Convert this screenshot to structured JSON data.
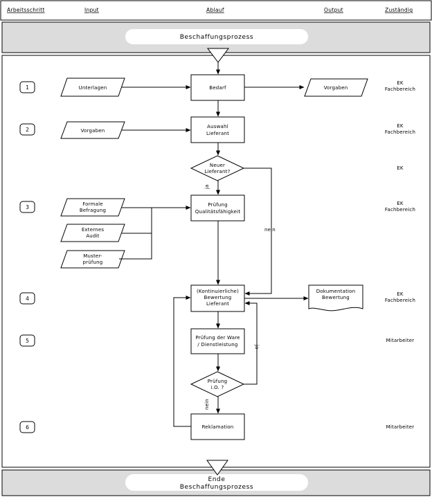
{
  "columns": {
    "step": "Arbeitsschritt",
    "input": "Input",
    "process": "Ablauf",
    "output": "Output",
    "responsible": "Zuständig"
  },
  "start": {
    "title": "Beschaffungsprozess"
  },
  "end": {
    "line1": "Ende",
    "line2": "Beschaffungsprozess"
  },
  "steps": [
    "1",
    "2",
    "3",
    "4",
    "5",
    "6"
  ],
  "inputs": {
    "unterlagen": "Unterlagen",
    "vorgaben": "Vorgaben",
    "formale_line1": "Formale",
    "formale_line2": "Befragung",
    "audit_line1": "Externes",
    "audit_line2": "Audit",
    "muster_line1": "Muster-",
    "muster_line2": "prüfung"
  },
  "process": {
    "bedarf": "Bedarf",
    "auswahl_line1": "Auswahl",
    "auswahl_line2": "Lieferant",
    "neuer_line1": "Neuer",
    "neuer_line2": "Lieferant?",
    "pruefung_line1": "Prüfung",
    "pruefung_line2": "Qualitätsfähigkeit",
    "bewertung_line1": "(Kontinuierliche)",
    "bewertung_line2": "Bewertung",
    "bewertung_line3": "Lieferant",
    "ware_line1": "Prüfung der Ware",
    "ware_line2": "/ Dienstleistung",
    "io_line1": "Prüfung",
    "io_line2": "i.O. ?",
    "reklamation": "Reklamation"
  },
  "outputs": {
    "vorgaben": "Vorgaben",
    "doku_line1": "Dokumentation",
    "doku_line2": "Bewertung"
  },
  "branch_labels": {
    "ja": "ja",
    "nein": "nein"
  },
  "responsible": {
    "r1a": "EK",
    "r1b": "Fachbereich",
    "r2a": "EK",
    "r2b": "Fachbereich",
    "r2c": "EK",
    "r3a": "EK",
    "r3b": "Fachbereich",
    "r4a": "EK",
    "r4b": "Fachbereich",
    "r5": "Mitarbeiter",
    "r6": "Mitarbeiter"
  }
}
